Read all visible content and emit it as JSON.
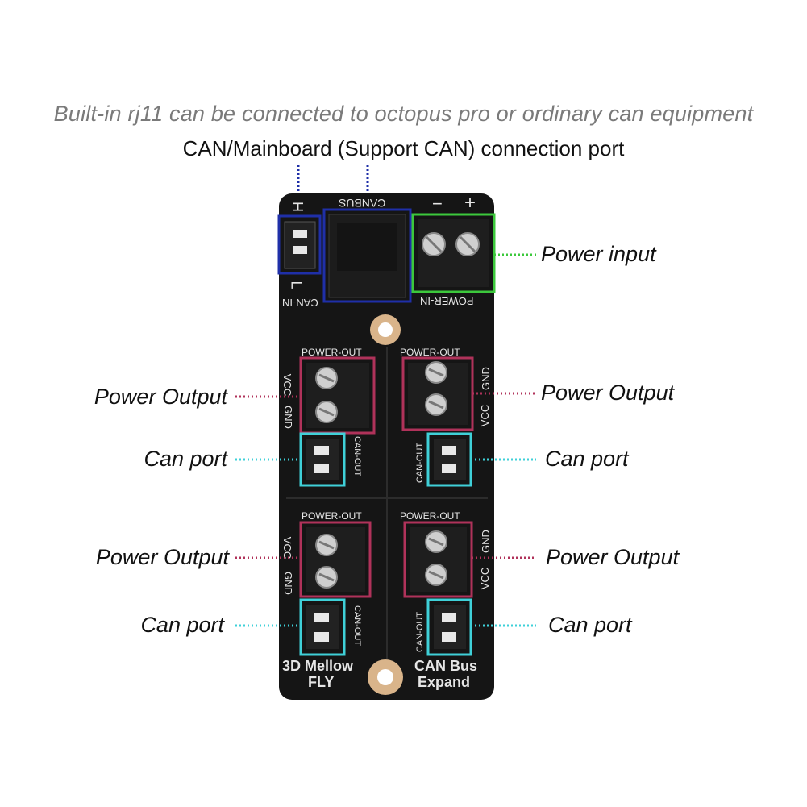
{
  "header": {
    "caption": "Built-in rj11 can be connected to octopus pro or ordinary can equipment",
    "subcaption": "CAN/Mainboard (Support CAN) connection port"
  },
  "callouts": {
    "power_input": "Power input",
    "power_output_tl": "Power Output",
    "power_output_tr": "Power Output",
    "power_output_bl": "Power Output",
    "power_output_br": "Power Output",
    "can_port_tl": "Can port",
    "can_port_tr": "Can port",
    "can_port_bl": "Can port",
    "can_port_br": "Can port"
  },
  "board": {
    "silk_canbus": "CANBUS",
    "silk_minus": "−",
    "silk_plus": "+",
    "silk_h": "H",
    "silk_l": "L",
    "silk_can_in": "CAN-IN",
    "silk_power_in": "POWER-IN",
    "silk_power_out": "POWER-OUT",
    "silk_vcc": "VCC",
    "silk_gnd": "GND",
    "silk_can_out": "CAN-OUT",
    "brand_left_1": "3D Mellow",
    "brand_left_2": "FLY",
    "brand_right_1": "CAN Bus",
    "brand_right_2": "Expand"
  },
  "colors": {
    "can_in_box": "#1f2fa8",
    "power_input_box": "#3cc83c",
    "power_output_box": "#b0325a",
    "can_port_box": "#3fd0d8",
    "pcb": "#151515"
  }
}
